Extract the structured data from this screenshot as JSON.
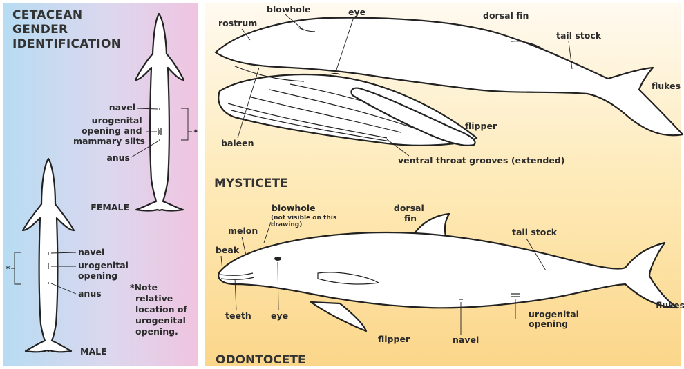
{
  "left_panel": {
    "title_lines": [
      "CETACEAN",
      "GENDER",
      "IDENTIFICATION"
    ],
    "female": {
      "caption": "FEMALE",
      "navel": "navel",
      "urogenital_lines": [
        "urogenital",
        "opening and",
        "mammary slits"
      ],
      "anus": "anus"
    },
    "male": {
      "caption": "MALE",
      "navel": "navel",
      "urogenital_lines": [
        "urogenital",
        "opening"
      ],
      "anus": "anus"
    },
    "asterisk": "*",
    "note_lines": [
      "*Note",
      "relative",
      "location of",
      "urogenital",
      "opening."
    ]
  },
  "mysticete": {
    "title": "MYSTICETE",
    "labels": {
      "blowhole": "blowhole",
      "eye": "eye",
      "rostrum": "rostrum",
      "dorsal_fin": "dorsal fin",
      "tail_stock": "tail stock",
      "flukes": "flukes",
      "flipper": "flipper",
      "baleen": "baleen",
      "ventral": "ventral throat grooves (extended)"
    }
  },
  "odontocete": {
    "title": "ODONTOCETE",
    "labels": {
      "blowhole": "blowhole",
      "blowhole_note_lines": [
        "(not visible on this",
        "drawing)"
      ],
      "dorsal_fin_lines": [
        "dorsal",
        "fin"
      ],
      "melon": "melon",
      "tail_stock": "tail stock",
      "beak": "beak",
      "teeth": "teeth",
      "eye": "eye",
      "flipper": "flipper",
      "navel": "navel",
      "urogenital_lines": [
        "urogenital",
        "opening"
      ],
      "flukes": "flukes"
    }
  },
  "colors": {
    "left_grad_start": "#b7dcf2",
    "left_grad_end": "#f0c4e0",
    "right_grad_top": "#fff6e3",
    "right_grad_bottom": "#fbd68a",
    "ink": "#222222"
  }
}
